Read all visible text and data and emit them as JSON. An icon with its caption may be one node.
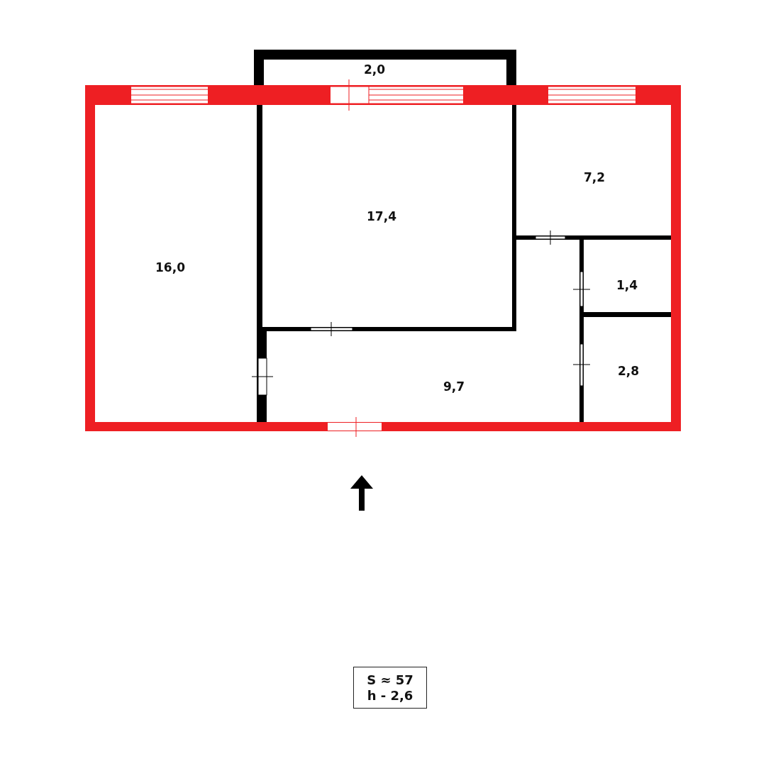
{
  "diagram": {
    "nodes": [
      {
        "text": [
          "2,0"
        ]
      },
      {
        "text": [
          "17,4"
        ]
      },
      {
        "text": [
          "16,0"
        ]
      },
      {
        "text": [
          "7,2"
        ]
      },
      {
        "text": [
          "1,4"
        ]
      },
      {
        "text": [
          "2,8"
        ]
      },
      {
        "text": [
          "9,7"
        ]
      },
      {
        "text": [
          "S ≈ 57",
          "h - 2,6"
        ]
      }
    ],
    "edges": []
  }
}
